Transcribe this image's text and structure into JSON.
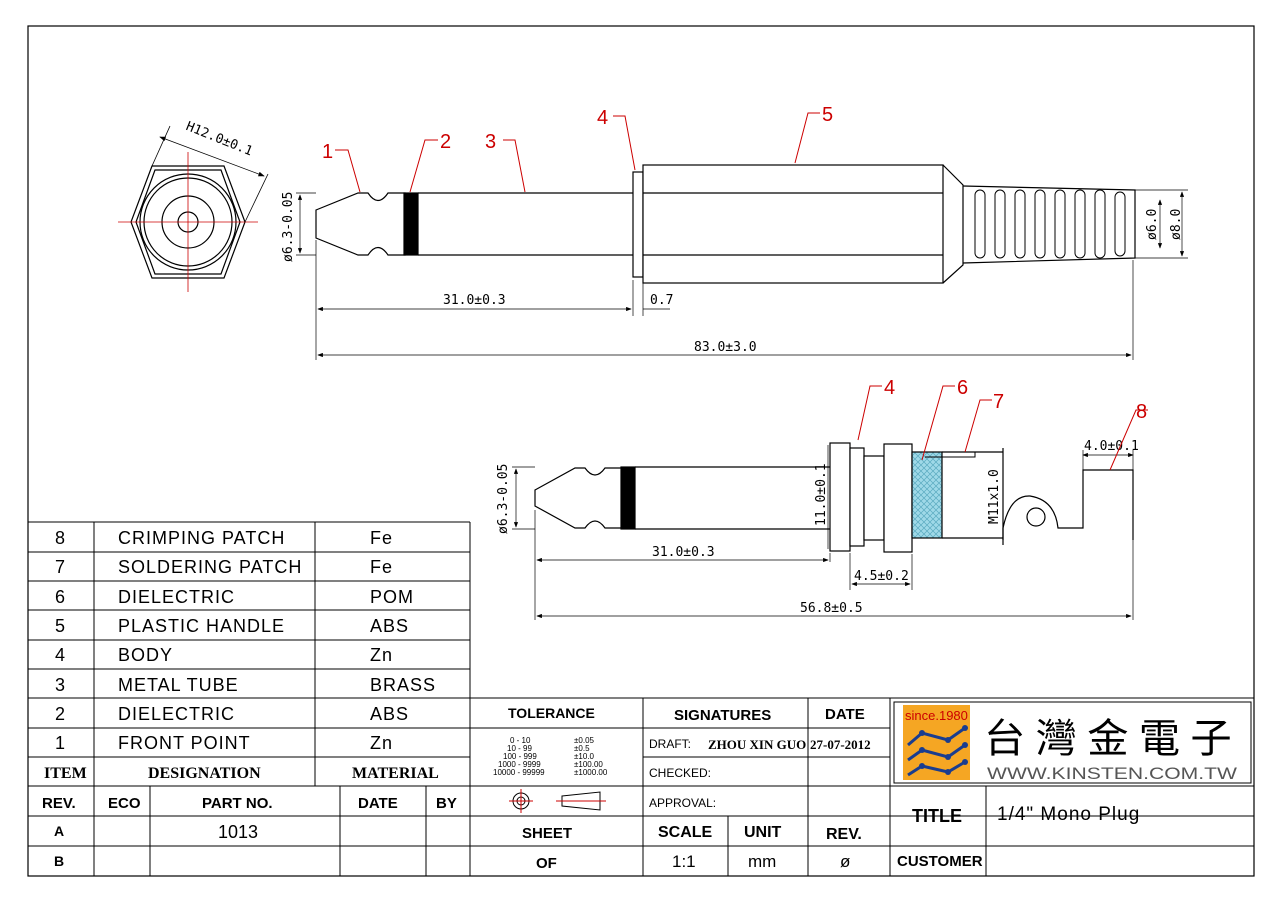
{
  "drawing": {
    "top_view": {
      "hex_dim": "H12.0±0.1",
      "dia_tip": "ø6.3-0.05",
      "dia_outer": "ø8.0",
      "dia_inner": "ø6.0",
      "len_tube": "31.0±0.3",
      "len_flange": "0.7",
      "len_total": "83.0±3.0",
      "callouts": [
        "1",
        "2",
        "3",
        "4",
        "5"
      ]
    },
    "bottom_view": {
      "dia_tip": "ø6.3-0.05",
      "dia_body": "11.0±0.1",
      "thread": "M11x1.0",
      "len_tube": "31.0±0.3",
      "len_thread": "4.5±0.2",
      "len_total": "56.8±0.5",
      "patch_width": "4.0±0.1",
      "callouts": [
        "4",
        "6",
        "7",
        "8"
      ]
    }
  },
  "bom": {
    "rows": [
      {
        "item": "8",
        "designation": "CRIMPING PATCH",
        "material": "Fe"
      },
      {
        "item": "7",
        "designation": "SOLDERING PATCH",
        "material": "Fe"
      },
      {
        "item": "6",
        "designation": "DIELECTRIC",
        "material": "POM"
      },
      {
        "item": "5",
        "designation": "PLASTIC HANDLE",
        "material": "ABS"
      },
      {
        "item": "4",
        "designation": "BODY",
        "material": "Zn"
      },
      {
        "item": "3",
        "designation": "METAL TUBE",
        "material": "BRASS"
      },
      {
        "item": "2",
        "designation": "DIELECTRIC",
        "material": "ABS"
      },
      {
        "item": "1",
        "designation": "FRONT POINT",
        "material": "Zn"
      }
    ],
    "headers": {
      "item": "ITEM",
      "designation": "DESIGNATION",
      "material": "MATERIAL"
    }
  },
  "revision": {
    "headers": {
      "rev": "REV.",
      "eco": "ECO",
      "part_no": "PART NO.",
      "date": "DATE",
      "by": "BY"
    },
    "rows": [
      {
        "rev": "A",
        "part_no": "1013"
      },
      {
        "rev": "B",
        "part_no": ""
      }
    ]
  },
  "tolerance": {
    "title": "TOLERANCE",
    "ranges": [
      "0 - 10",
      "10 - 99",
      "100 - 999",
      "1000 - 9999",
      "10000 - 99999"
    ],
    "values": [
      "±0.05",
      "±0.5",
      "±10.0",
      "±100.00",
      "±1000.00"
    ]
  },
  "signatures": {
    "title": "SIGNATURES",
    "date_header": "DATE",
    "draft_label": "DRAFT:",
    "draft_name": "ZHOU XIN GUO",
    "draft_date": "27-07-2012",
    "checked_label": "CHECKED:",
    "approval_label": "APPROVAL:"
  },
  "sheet": {
    "sheet_label": "SHEET",
    "of_label": "OF",
    "scale_label": "SCALE",
    "scale_value": "1:1",
    "unit_label": "UNIT",
    "unit_value": "mm",
    "rev_label": "REV.",
    "rev_value": "ø"
  },
  "company": {
    "since": "since.1980",
    "name_cn": "台灣金電子",
    "url": "WWW.KINSTEN.COM.TW"
  },
  "title_block": {
    "title_label": "TITLE",
    "title_value": "1/4\"  Mono  Plug",
    "customer_label": "CUSTOMER"
  },
  "colors": {
    "line": "#000000",
    "callout": "#cc0000",
    "center": "#cc0000",
    "dielectric": "#9fd9e8",
    "logo_bg": "#f5a623",
    "logo_blue": "#1a3d8f"
  }
}
